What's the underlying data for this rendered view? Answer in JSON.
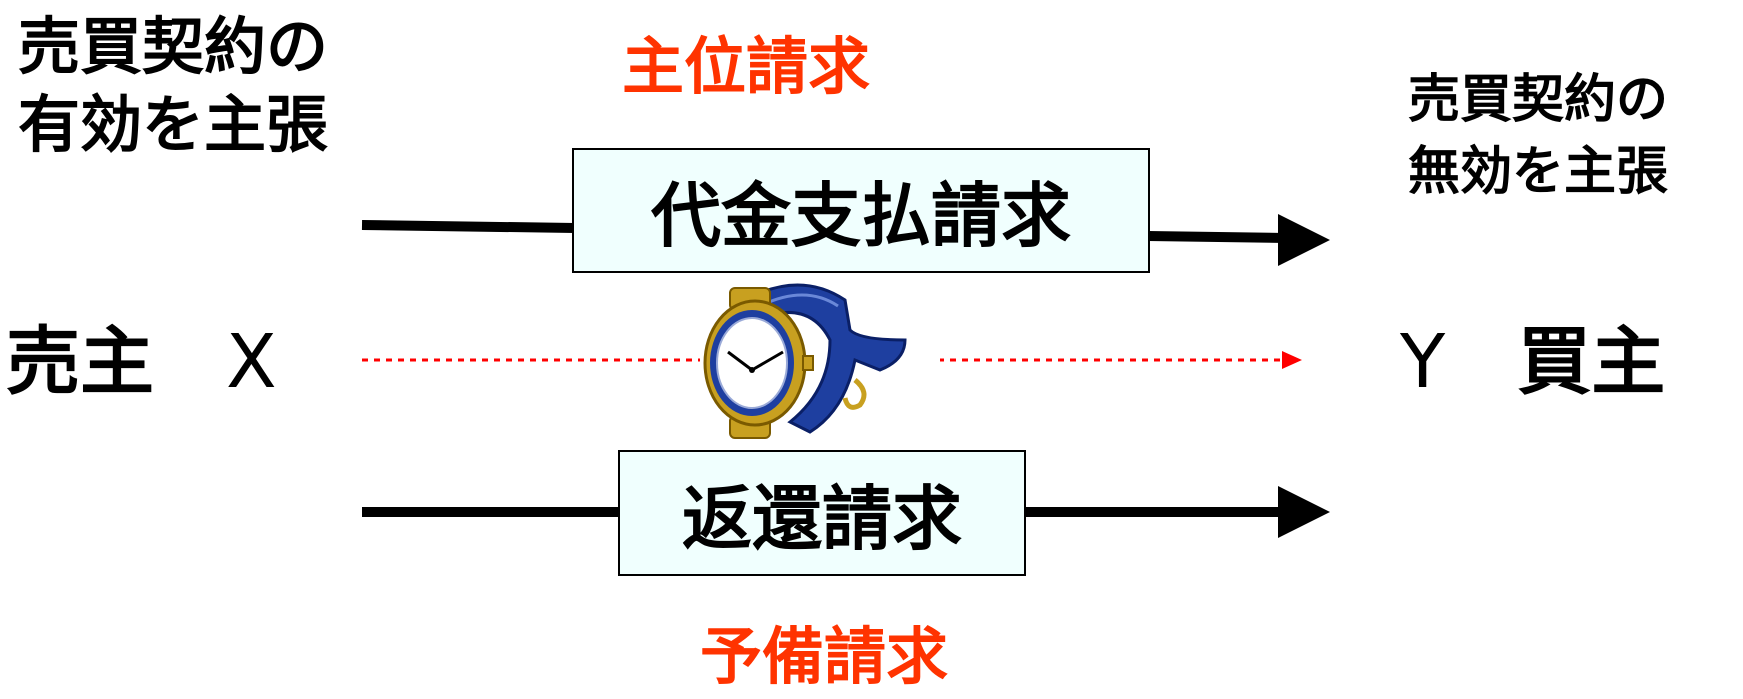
{
  "seller": {
    "claim_line1": "売買契約の",
    "claim_line2": "有効を主張",
    "role": "売主",
    "letter": "X"
  },
  "buyer": {
    "claim_line1": "売買契約の",
    "claim_line2": "無効を主張",
    "letter": "Y",
    "role": "買主"
  },
  "primary_claim": {
    "category": "主位請求",
    "name": "代金支払請求"
  },
  "secondary_claim": {
    "category": "予備請求",
    "name": "返還請求"
  },
  "colors": {
    "category_label": "#ff3300",
    "box_fill": "#f0fffe",
    "transfer_arrow": "#ff0000",
    "watch_body": "#c8a020",
    "watch_band": "#1e3fa0",
    "watch_face": "#ffffff"
  },
  "icons": {
    "transferred_item": "wristwatch-icon"
  }
}
